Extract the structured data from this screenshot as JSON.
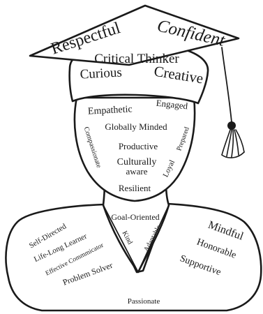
{
  "cap": {
    "board_words": [
      "Respectful",
      "Confident"
    ],
    "band_words": [
      "Critical Thinker",
      "Curious",
      "Creative"
    ]
  },
  "head": {
    "words": [
      "Empathetic",
      "Engaged",
      "Globally Minded",
      "Compassionate",
      "Prepared",
      "Productive",
      "Culturally",
      "aware",
      "Loyal",
      "Resilient"
    ]
  },
  "neck": {
    "words": [
      "Goal-Oriented",
      "Kind",
      "Adaptable"
    ]
  },
  "shoulders": {
    "left_words": [
      "Self-Directed",
      "Life-Long Learner",
      "Effective Commmicator",
      "Problem Solver"
    ],
    "right_words": [
      "Mindful",
      "Honorable",
      "Supportive"
    ],
    "bottom_word": "Passionate"
  },
  "colors": {
    "ink": "#1a1a1a",
    "paper": "#ffffff"
  }
}
